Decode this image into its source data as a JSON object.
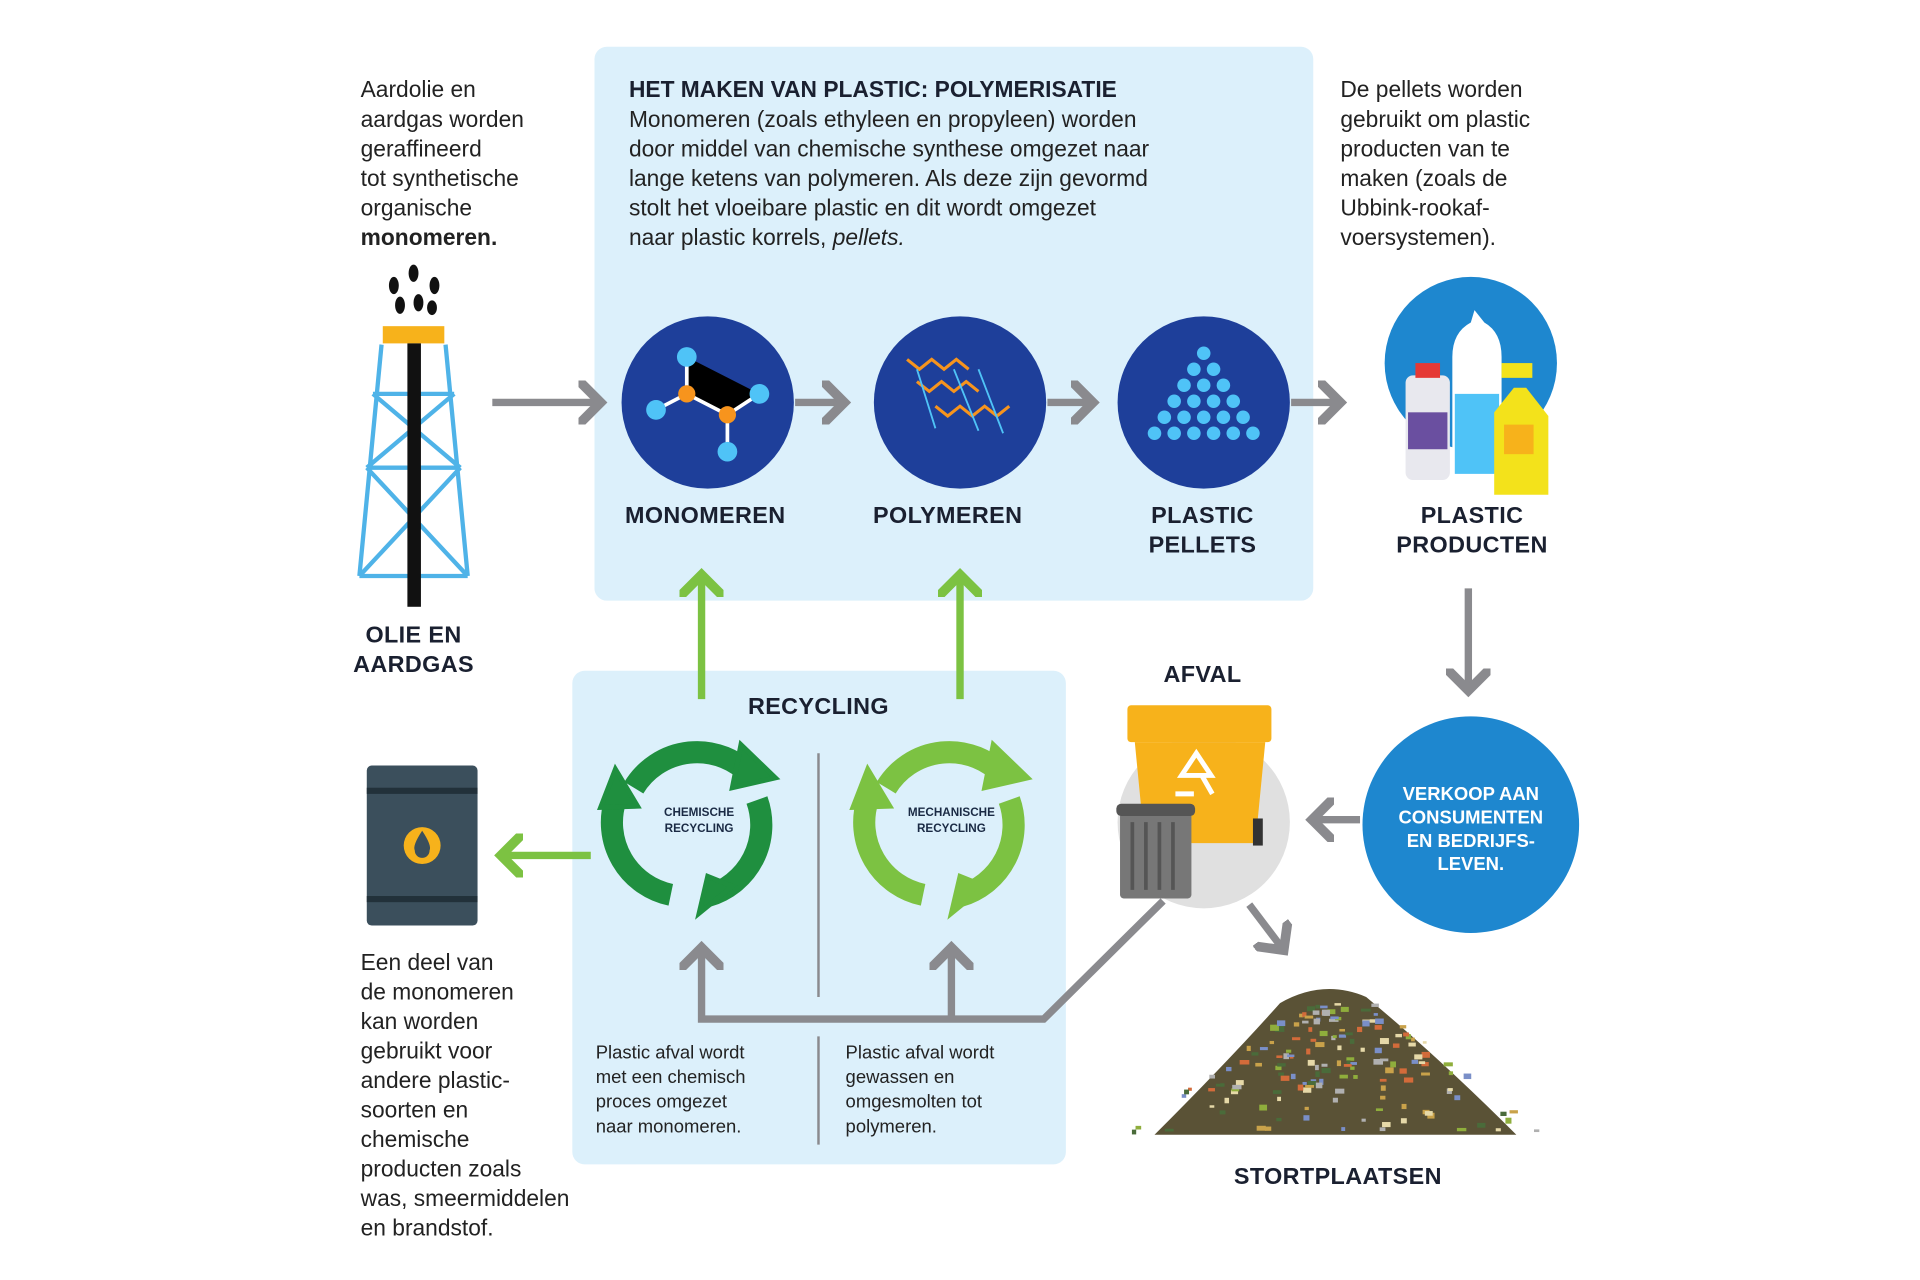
{
  "intro_text": {
    "lines": [
      "Aardolie en",
      "aardgas worden",
      "geraffineerd",
      "tot synthetische",
      "organische"
    ],
    "bold": "monomeren."
  },
  "polymerisation": {
    "title": "HET MAKEN VAN PLASTIC: POLYMERISATIE",
    "lines": [
      "Monomeren (zoals ethyleen en propyleen) worden",
      "door middel van chemische synthese omgezet naar",
      "lange ketens van polymeren. Als deze zijn gevormd",
      "stolt het vloeibare plastic en dit wordt omgezet"
    ],
    "last_line": "naar plastic korrels, ",
    "last_italic": "pellets."
  },
  "products_text": {
    "lines": [
      "De pellets worden",
      "gebruikt om plastic",
      "producten van te",
      "maken (zoals de",
      "Ubbink-rookaf-",
      "voersystemen)."
    ]
  },
  "stages": {
    "oil": [
      "OLIE EN",
      "AARDGAS"
    ],
    "monomers": "MONOMEREN",
    "polymers": "POLYMEREN",
    "pellets": [
      "PLASTIC",
      "PELLETS"
    ],
    "products": [
      "PLASTIC",
      "PRODUCTEN"
    ],
    "sales": [
      "VERKOOP AAN",
      "CONSUMENTEN",
      "EN BEDRIJFS-",
      "LEVEN."
    ],
    "waste": "AFVAL",
    "landfill": "STORTPLAATSEN"
  },
  "recycling": {
    "title": "RECYCLING",
    "chemical": {
      "label": [
        "CHEMISCHE",
        "RECYCLING"
      ],
      "text": [
        "Plastic afval wordt",
        "met een chemisch",
        "proces omgezet",
        "naar monomeren."
      ]
    },
    "mechanical": {
      "label": [
        "MECHANISCHE",
        "RECYCLING"
      ],
      "text": [
        "Plastic afval wordt",
        "gewassen en",
        "omgesmolten tot",
        "polymeren."
      ]
    }
  },
  "monomer_use_text": {
    "lines": [
      "Een deel van",
      "de monomeren",
      "kan worden",
      "gebruikt voor",
      "andere plastic-",
      "soorten en",
      "chemische",
      "producten zoals",
      "was, smeermiddelen",
      "en brandstof."
    ]
  },
  "colors": {
    "navy": "#1e3f9a",
    "blue": "#1e87cf",
    "dark_green": "#1f8f3f",
    "light_green": "#7cc242",
    "gray": "#8a8a8e",
    "panel": "#dcf0fb"
  }
}
